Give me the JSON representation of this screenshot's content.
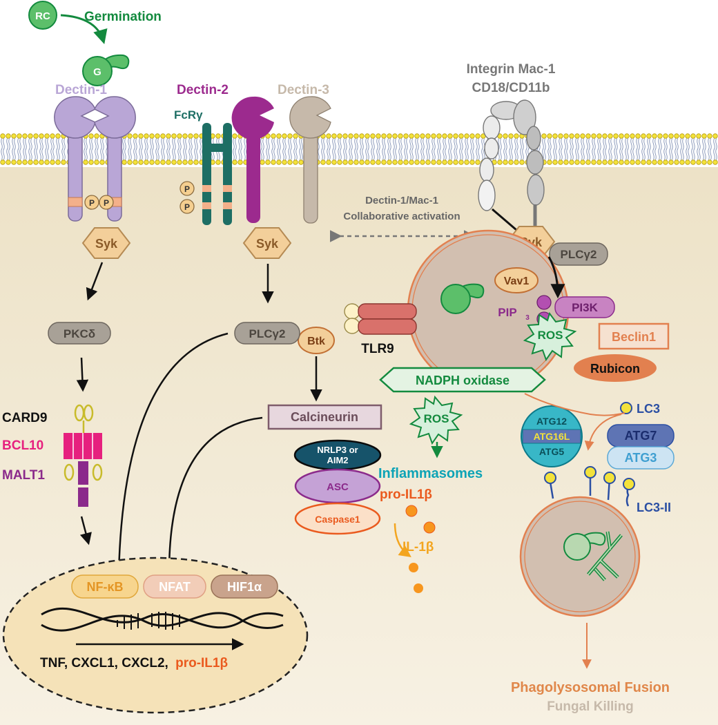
{
  "colors": {
    "green": "#138a3e",
    "green_fill": "#5cbf6a",
    "lavender": "#b9a6d6",
    "magenta": "#9c2a8e",
    "taupe": "#c6b9aa",
    "teal": "#1d6e64",
    "syk_fill": "#f3cf9a",
    "syk_stroke": "#b58a53",
    "gray_pill": "#a8a197",
    "orange": "#e2804f",
    "pink": "#e6207e",
    "purple": "#8b2a8b",
    "olive": "#c8bb2a",
    "blue": "#2b4fa3",
    "cyan": "#0da3b6",
    "bright_orange": "#f3a51f",
    "red_orange": "#ea5a1e",
    "brown_orange": "#e0874a"
  },
  "top": {
    "rc": "RC",
    "germination": "Germination",
    "g": "G"
  },
  "receptors": {
    "dectin1": "Dectin-1",
    "dectin2": "Dectin-2",
    "dectin3": "Dectin-3",
    "fcr": "FcRγ",
    "integrin_line1": "Integrin Mac-1",
    "integrin_line2": "CD18/CD11b",
    "p": "P"
  },
  "cytoplasm": {
    "syk": "Syk",
    "pkc": "PKCδ",
    "plcg2": "PLCγ2",
    "btk": "Btk",
    "tlr9": "TLR9",
    "calcineurin": "Calcineurin",
    "card9": "CARD9",
    "bcl10": "BCL10",
    "malt1": "MALT1",
    "collab_line1": "Dectin-1/Mac-1",
    "collab_line2": "Collaborative activation"
  },
  "phagosome": {
    "vav1": "Vav1",
    "pip": "PIP",
    "pip_sub": "3",
    "pi3k": "PI3K",
    "beclin1": "Beclin1",
    "ros": "ROS",
    "rubicon": "Rubicon",
    "nadph": "NADPH oxidase"
  },
  "inflammasome": {
    "nlrp3_line1": "NRLP3 or",
    "nlrp3_line2": "AIM2",
    "asc": "ASC",
    "caspase1": "Caspase1",
    "title": "Inflammasomes",
    "pro_il1b": "pro-IL1β",
    "il1b": "IL-1β"
  },
  "autophagy": {
    "lc3": "LC3",
    "atg7": "ATG7",
    "atg3": "ATG3",
    "atg12": "ATG12",
    "atg16l": "ATG16L",
    "atg5": "ATG5",
    "lc3ii": "LC3-II"
  },
  "nucleus": {
    "nfkb": "NF-κB",
    "nfat": "NFAT",
    "hif1a": "HIF1α",
    "genes": "TNF, CXCL1, CXCL2,",
    "genes_highlight": "pro-IL1β"
  },
  "outcome": {
    "fusion": "Phagolysosomal Fusion",
    "killing": "Fungal Killing"
  }
}
